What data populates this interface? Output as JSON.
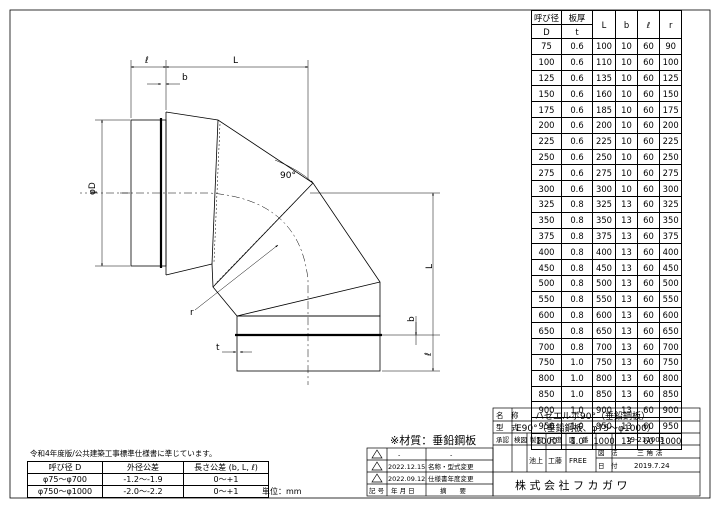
{
  "size_table": {
    "headers": [
      [
        "呼び径",
        "板厚",
        "L",
        "b",
        "ℓ",
        "r"
      ],
      [
        "D",
        "t"
      ]
    ],
    "rows": [
      [
        "75",
        "0.6",
        "100",
        "10",
        "60",
        "90"
      ],
      [
        "100",
        "0.6",
        "110",
        "10",
        "60",
        "100"
      ],
      [
        "125",
        "0.6",
        "135",
        "10",
        "60",
        "125"
      ],
      [
        "150",
        "0.6",
        "160",
        "10",
        "60",
        "150"
      ],
      [
        "175",
        "0.6",
        "185",
        "10",
        "60",
        "175"
      ],
      [
        "200",
        "0.6",
        "200",
        "10",
        "60",
        "200"
      ],
      [
        "225",
        "0.6",
        "225",
        "10",
        "60",
        "225"
      ],
      [
        "250",
        "0.6",
        "250",
        "10",
        "60",
        "250"
      ],
      [
        "275",
        "0.6",
        "275",
        "10",
        "60",
        "275"
      ],
      [
        "300",
        "0.6",
        "300",
        "10",
        "60",
        "300"
      ],
      [
        "325",
        "0.8",
        "325",
        "13",
        "60",
        "325"
      ],
      [
        "350",
        "0.8",
        "350",
        "13",
        "60",
        "350"
      ],
      [
        "375",
        "0.8",
        "375",
        "13",
        "60",
        "375"
      ],
      [
        "400",
        "0.8",
        "400",
        "13",
        "60",
        "400"
      ],
      [
        "450",
        "0.8",
        "450",
        "13",
        "60",
        "450"
      ],
      [
        "500",
        "0.8",
        "500",
        "13",
        "60",
        "500"
      ],
      [
        "550",
        "0.8",
        "550",
        "13",
        "60",
        "550"
      ],
      [
        "600",
        "0.8",
        "600",
        "13",
        "60",
        "600"
      ],
      [
        "650",
        "0.8",
        "650",
        "13",
        "60",
        "650"
      ],
      [
        "700",
        "0.8",
        "700",
        "13",
        "60",
        "700"
      ],
      [
        "750",
        "1.0",
        "750",
        "13",
        "60",
        "750"
      ],
      [
        "800",
        "1.0",
        "800",
        "13",
        "60",
        "800"
      ],
      [
        "850",
        "1.0",
        "850",
        "13",
        "60",
        "850"
      ],
      [
        "900",
        "1.0",
        "900",
        "13",
        "60",
        "900"
      ],
      [
        "950",
        "1.0",
        "950",
        "13",
        "60",
        "950"
      ],
      [
        "1000",
        "1.0",
        "1000",
        "13",
        "60",
        "1000"
      ]
    ]
  },
  "drawing": {
    "label_l_small": "ℓ",
    "label_b_top": "b",
    "label_L_top": "L",
    "label_phiD": "φD",
    "label_90": "90°",
    "label_L_right": "L",
    "label_r": "r",
    "label_b_right": "b",
    "label_l_right": "ℓ",
    "label_t": "t"
  },
  "material_note": "※材質：垂鉛鋼板",
  "tolerance": {
    "note": "令和4年度版/公共建築工事標準仕様書に準じています。",
    "headers": [
      "呼び径 D",
      "外径公差",
      "長さ公差 (b, L, ℓ)"
    ],
    "rows": [
      [
        "φ75～φ700",
        "-1.2～-1.9",
        "0～+1"
      ],
      [
        "φ750～φ1000",
        "-2.0～-2.2",
        "0～+1"
      ]
    ],
    "unit": "単位：mm"
  },
  "title_block": {
    "name_label": "名　称",
    "name_value": "ハゼエルボ90°（垂鉛鋼板）",
    "model_label": "型　式",
    "model_value": "E90°（垂鉛鋼板、φ75～φ1000）",
    "approve": "承認",
    "check": "検図",
    "draft": "製図",
    "scale_label": "尺度",
    "drawing_no_label": "図　番",
    "drawing_no": "19-211003",
    "projection_label": "図　法",
    "projection": "三 角 法",
    "date_label": "日　付",
    "date": "2019.7.24",
    "checker": "池上",
    "drafter": "工藤",
    "scale": "FREE",
    "company": "株 式 会 社 フ カ ガ ワ",
    "revisions": [
      {
        "mark": "",
        "date": "-",
        "desc": "-"
      },
      {
        "mark": "",
        "date": "2022.12.15",
        "desc": "名称・型式変更"
      },
      {
        "mark": "",
        "date": "2022.09.12",
        "desc": "仕様書年度変更"
      }
    ],
    "rev_headers": [
      "記 号",
      "年 月 日",
      "摘　　要"
    ]
  }
}
